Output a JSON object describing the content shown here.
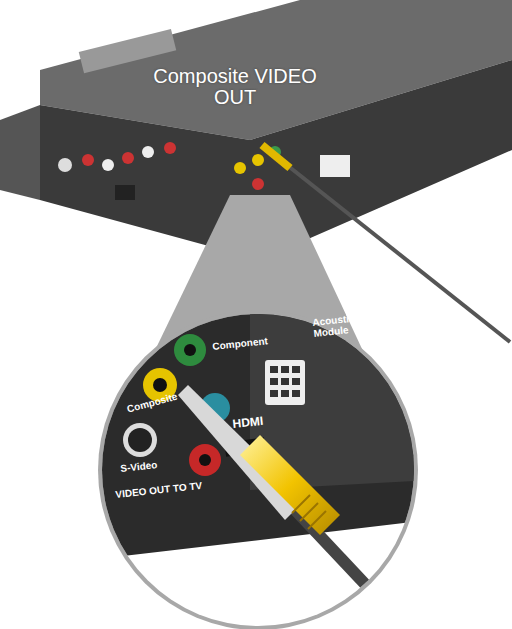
{
  "diagram": {
    "labels": [
      "Composite VIDEO OUT",
      "Component",
      "Acoustimass Module",
      "Composite",
      "HDMI",
      "S-Video",
      "VIDEO OUT TO TV"
    ]
  }
}
